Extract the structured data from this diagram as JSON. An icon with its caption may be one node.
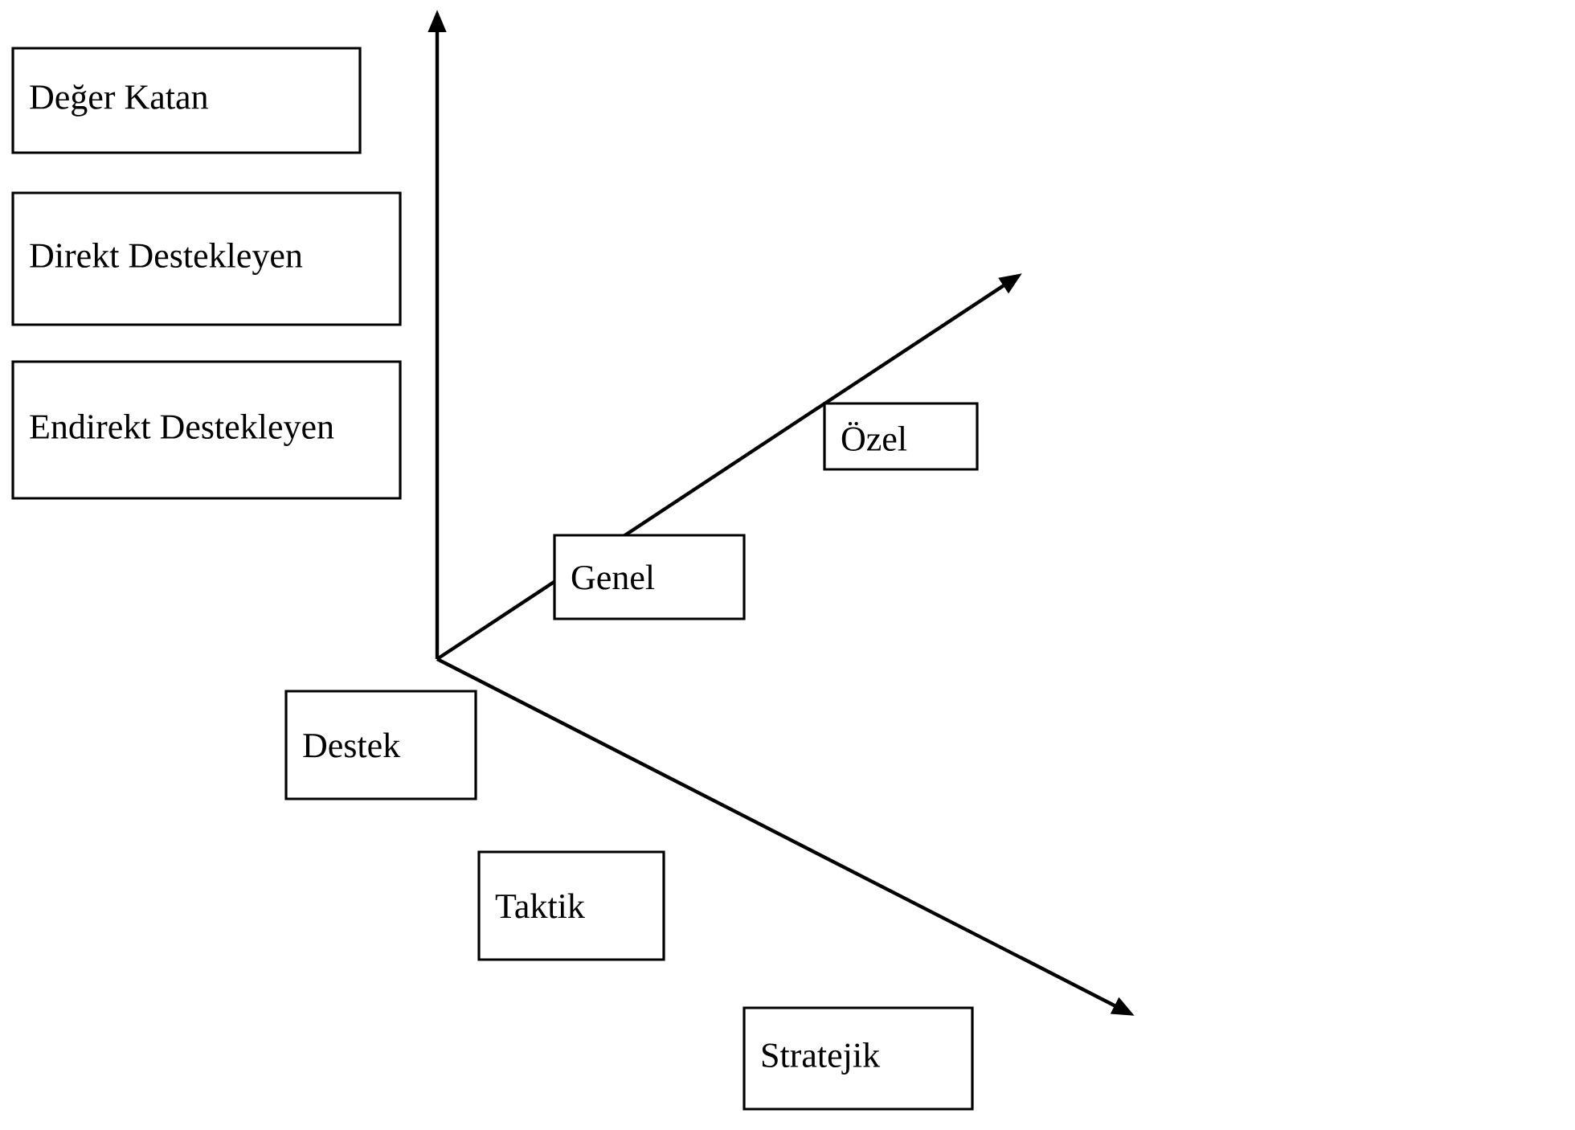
{
  "diagram": {
    "nodes": [
      {
        "text": [
          "Değer Katan"
        ]
      },
      {
        "text": [
          "Direkt Destekleyen"
        ]
      },
      {
        "text": [
          "Endirekt Destekleyen"
        ]
      },
      {
        "text": [
          "Özel"
        ]
      },
      {
        "text": [
          "Genel"
        ]
      },
      {
        "text": [
          "Destek"
        ]
      },
      {
        "text": [
          "Taktik"
        ]
      },
      {
        "text": [
          "Stratejik"
        ]
      }
    ]
  }
}
